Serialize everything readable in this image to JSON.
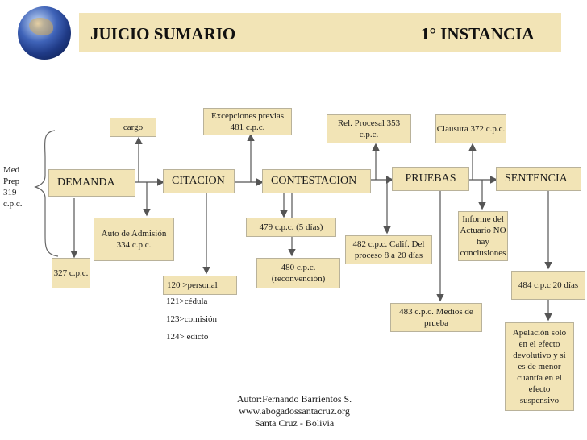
{
  "header": {
    "title": "JUICIO SUMARIO",
    "instance": "1° INSTANCIA"
  },
  "side_note": "Med\nPrep\n319\nc.p.c.",
  "stages": {
    "demanda": "DEMANDA",
    "citacion": "CITACION",
    "contestacion": "CONTESTACION",
    "pruebas": "PRUEBAS",
    "sentencia": "SENTENCIA"
  },
  "notes": {
    "cargo": "cargo",
    "excepciones": "Excepciones previas 481 c.p.c.",
    "rel_procesal": "Rel. Procesal  353 c.p.c.",
    "clausura": "Clausura  372 c.p.c.",
    "auto_admision": "Auto de Admisión 334 c.p.c.",
    "art327": "327 c.p.c.",
    "art479": "479 c.p.c. (5 días)",
    "art480": "480 c.p.c. (reconvención)",
    "art482": "482 c.p.c. Calif. Del proceso 8 a 20 días",
    "informe_actuario": "Informe del Actuario NO hay conclusiones",
    "art483": "483 c.p.c. Medios de prueba",
    "art484": "484 c.p.c 20 días",
    "apelacion": "Apelación solo en el efecto devolutivo y si es de menor cuantía en el efecto suspensivo"
  },
  "citacion_list": [
    "120 >personal",
    "121>cédula",
    "123>comisión",
    "124> edicto"
  ],
  "footer": {
    "author": "Autor:Fernando Barrientos S.",
    "website": "www.abogadossantacruz.org",
    "location": "Santa Cruz - Bolivia"
  },
  "colors": {
    "box_fill": "#f2e4b6",
    "box_border": "#b9b29a",
    "line": "#555555"
  }
}
